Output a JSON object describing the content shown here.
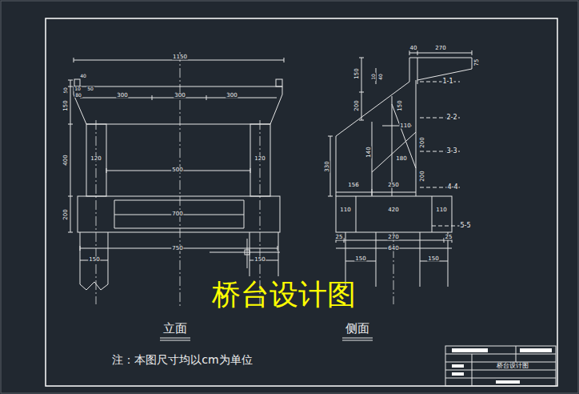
{
  "diagram": {
    "title": "桥台设计图",
    "nodes": [
      {
        "text": [
          "桥台设计图"
        ]
      }
    ],
    "labels": [
      "1150",
      "40",
      "10",
      "50",
      "80",
      "50",
      "150",
      "400",
      "200",
      "300",
      "300",
      "300",
      "120",
      "500",
      "120",
      "700",
      "750",
      "150",
      "150",
      "40",
      "270",
      "75",
      "150",
      "10",
      "40",
      "200",
      "1-1",
      "150",
      "110",
      "2-2",
      "140",
      "180",
      "200",
      "3-3",
      "330",
      "200",
      "156",
      "250",
      "4-4",
      "110",
      "420",
      "110",
      "5-5",
      "25",
      "270",
      "25",
      "640",
      "150",
      "150",
      "立面",
      "侧面",
      "注：本图尺寸均以cm为单位"
    ]
  }
}
